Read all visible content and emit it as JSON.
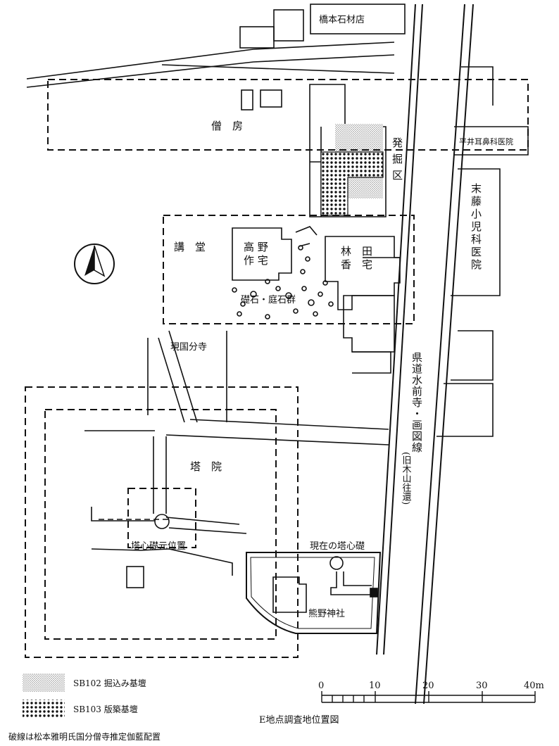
{
  "map": {
    "title": "E地点調査地位置図",
    "footnote": "破線は松本雅明氏国分僧寺推定伽藍配置",
    "labels": {
      "ishiya": "橋本石材店",
      "sobo": "僧　房",
      "hakkutsu": "発掘区",
      "jibiika": "平井耳鼻科医院",
      "suefuji": "末藤小児科医院",
      "kodo": "講　堂",
      "takano": "高 野",
      "takano2": "作 宅",
      "hayashi": "林　田",
      "hayashi2": "香　宅",
      "soseki": "礎石・庭石群",
      "genkokubunji": "現国分寺",
      "toin": "塔　院",
      "tosshin": "塔心礎元位置",
      "genzai_tosshin": "現在の塔心礎",
      "kumano": "熊野神社",
      "road": "県道水前寺・画図線",
      "road_sub": "(旧木山往還)"
    }
  },
  "legend": {
    "items": [
      {
        "code": "SB102",
        "desc": "掘込み基壇"
      },
      {
        "code": "SB103",
        "desc": "版築基壇"
      }
    ]
  },
  "scale_bar": {
    "ticks": [
      "0",
      "10",
      "20",
      "30",
      "40m"
    ]
  },
  "colors": {
    "ink": "#111111",
    "stipple": "#8a8a8a"
  }
}
